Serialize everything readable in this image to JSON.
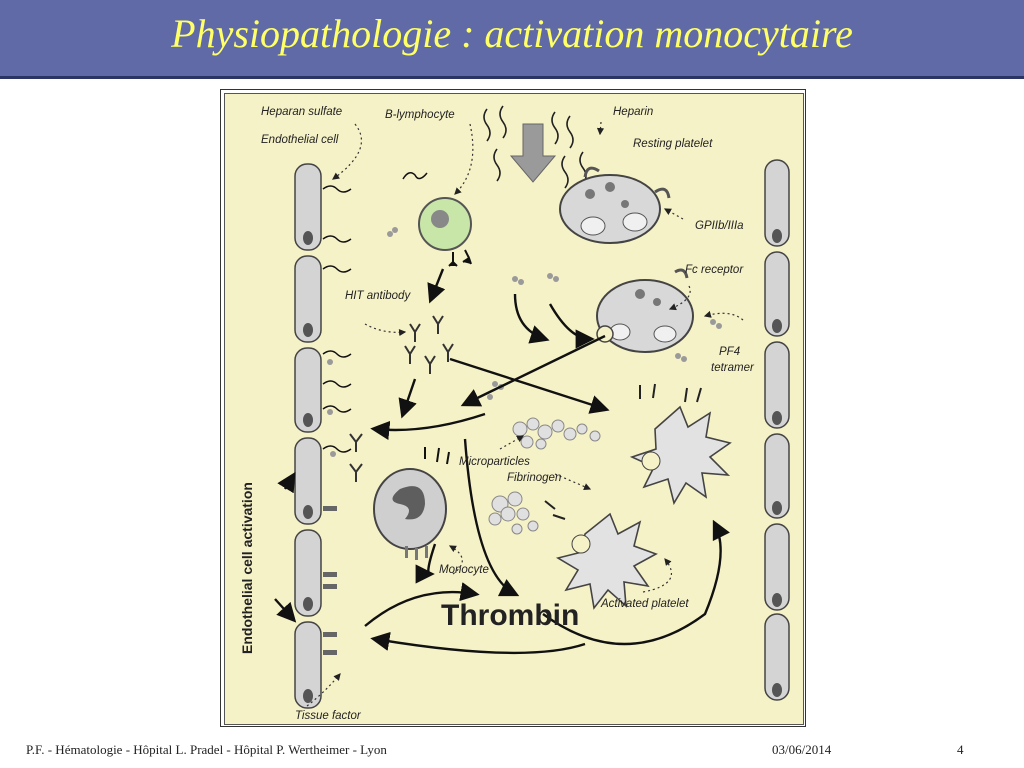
{
  "slide": {
    "title": "Physiopathologie : activation monocytaire",
    "colors": {
      "header_bg": "#5f6aa6",
      "title_text": "#ffff66",
      "figure_bg": "#f6f2c7"
    }
  },
  "figure": {
    "labels": {
      "heparan_sulfate": "Heparan sulfate",
      "endothelial_cell": "Endothelial cell",
      "b_lymphocyte": "B-lymphocyte",
      "heparin": "Heparin",
      "resting_platelet": "Resting platelet",
      "gpiib_iiia": "GPIIb/IIIa",
      "fc_receptor": "Fc receptor",
      "hit_antibody": "HIT antibody",
      "pf4_tetramer_line1": "PF4",
      "pf4_tetramer_line2": "tetramer",
      "microparticles": "Microparticles",
      "fibrinogen": "Fibrinogen",
      "monocyte": "Monocyte",
      "activated_platelet": "Activated platelet",
      "thrombin": "Thrombin",
      "endothelial_cell_activation": "Endothelial cell activation",
      "tissue_factor": "Tissue factor"
    }
  },
  "footer": {
    "source": "P.F. - Hématologie - Hôpital L. Pradel - Hôpital P. Wertheimer - Lyon",
    "date": "03/06/2014",
    "page": "4"
  }
}
